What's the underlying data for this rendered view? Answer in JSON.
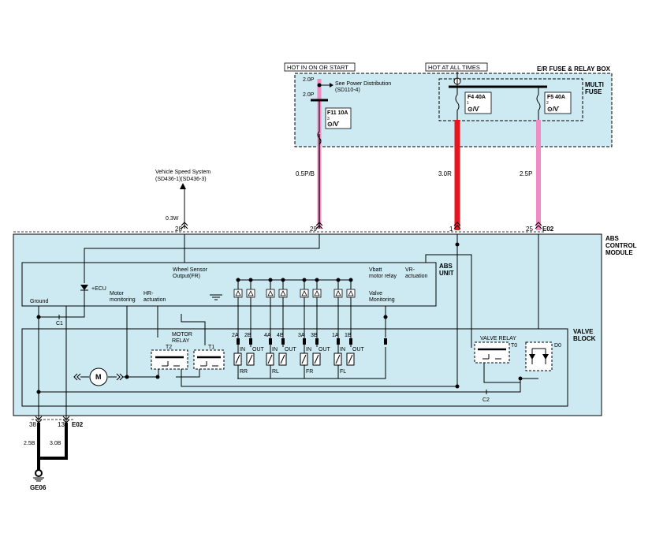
{
  "hot_on": "HOT IN ON OR START",
  "hot_always": "HOT AT ALL TIMES",
  "relay_box_title": "E/R FUSE & RELAY BOX",
  "multi_fuse": [
    "MULTI",
    "FUSE"
  ],
  "see_power": [
    "See Power Distribution",
    "(SD110-4)"
  ],
  "wire_2p0_a": "2.0P",
  "wire_2p0_b": "2.0P",
  "fuse_f11": {
    "label": "F11 10A",
    "num": "3"
  },
  "fuse_f4": {
    "label": "F4 40A",
    "num": "1"
  },
  "fuse_f5": {
    "label": "F5 40A",
    "num": "2"
  },
  "vss": [
    "Vehicle Speed System",
    "(SD436-1)(SD436-3)"
  ],
  "wire_03w": "0.3W",
  "wire_05pb": "0.5P/B",
  "wire_30r": "3.0R",
  "wire_25p": "2.5P",
  "pins_top": {
    "p28": "28",
    "p29": "29",
    "p1": "1",
    "p25": "25",
    "conn": "E02"
  },
  "abs_module": [
    "ABS",
    "CONTROL",
    "MODULE"
  ],
  "abs_unit": [
    "ABS",
    "UNIT"
  ],
  "wheel_sensor": [
    "Wheel Sensor",
    "Output(FR)"
  ],
  "vbatt": [
    "Vbatt",
    "motor relay"
  ],
  "vr_act": [
    "VR-",
    "actuation"
  ],
  "ecu": "+ECU",
  "motor_mon": [
    "Motor",
    "monitoring"
  ],
  "hr_act": [
    "HR-",
    "actuation"
  ],
  "ground": "Ground",
  "valve_mon": [
    "Valve",
    "Monitoring"
  ],
  "c1": "C1",
  "c2": "C2",
  "valve_block": [
    "VALVE",
    "BLOCK"
  ],
  "motor_relay": [
    "MOTOR",
    "RELAY"
  ],
  "t2": "T2",
  "t1": "T1",
  "valve_relay": "VALVE RELAY",
  "t0": "T0",
  "d0": "D0",
  "motor": "M",
  "valve_pins": [
    "2A",
    "2B",
    "4A",
    "4B",
    "3A",
    "3B",
    "1A",
    "1B"
  ],
  "in_out": [
    "IN",
    "OUT",
    "IN",
    "OUT",
    "IN",
    "OUT",
    "IN",
    "OUT"
  ],
  "wheels": [
    "RR",
    "RL",
    "FR",
    "FL"
  ],
  "pins_bottom": {
    "p38": "38",
    "p13": "13",
    "conn": "E02"
  },
  "wire_25b": "2.5B",
  "wire_30b": "3.0B",
  "gnd_label": "GE06",
  "colors": {
    "pink": "#f08cc4",
    "red": "#e8141e",
    "panel": "#cdeaf2",
    "black": "#000000"
  }
}
